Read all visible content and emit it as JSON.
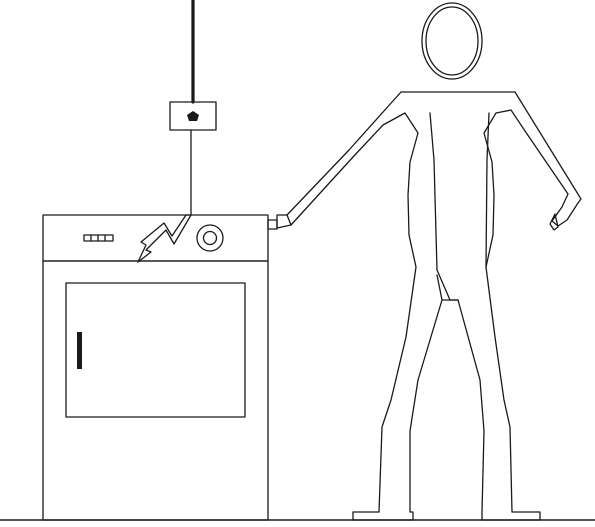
{
  "scene": {
    "background_color": "#ffffff",
    "line_color": "#1a1a1a",
    "elements": {
      "power_cable": "cable",
      "wall_socket": "socket-icon",
      "appliance": "dryer",
      "control_indicator": "indicator-icon",
      "control_knob": "knob-icon",
      "door_handle": "handle-icon",
      "electric_fault": "lightning-bolt-icon",
      "person": "person-figure",
      "ground": "floor-line"
    }
  }
}
